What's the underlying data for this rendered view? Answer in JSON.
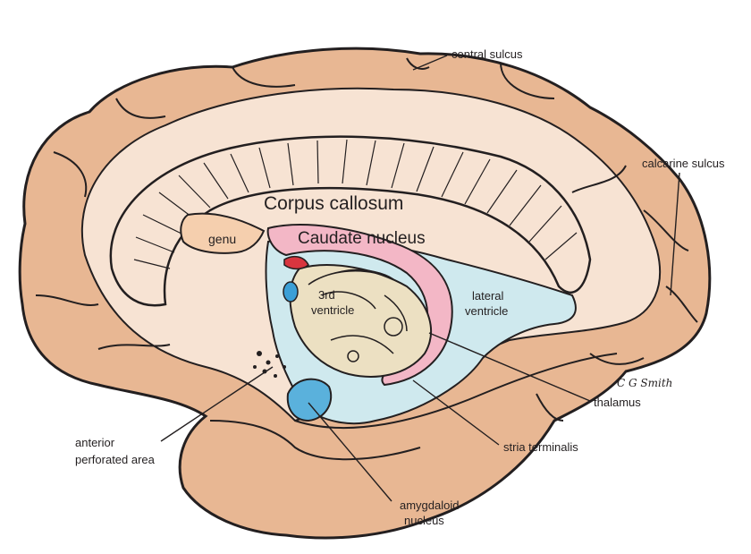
{
  "labels": {
    "central_sulcus": "central sulcus",
    "calcarine_sulcus": "calcarine sulcus",
    "corpus_callosum": "Corpus callosum",
    "genu": "genu",
    "caudate_nucleus": "Caudate nucleus",
    "third_ventricle_1": "3rd",
    "third_ventricle_2": "ventricle",
    "lateral_ventricle_1": "lateral",
    "lateral_ventricle_2": "ventricle",
    "thalamus": "thalamus",
    "stria_terminalis": "stria terminalis",
    "anterior_perforated_area_1": "anterior",
    "anterior_perforated_area_2": "perforated area",
    "amygdaloid_nucleus_1": "amygdaloid",
    "amygdaloid_nucleus_2": "nucleus",
    "signature": "C G Smith"
  },
  "colors": {
    "cortex": "#e8b793",
    "white_matter": "#f7e3d3",
    "ventricle": "#cfe9ee",
    "caudate": "#f3b7c6",
    "thalamus": "#ece0c2",
    "amygdala": "#5ab1dc",
    "red_structures": "#d8353f",
    "outline": "#231f20"
  }
}
